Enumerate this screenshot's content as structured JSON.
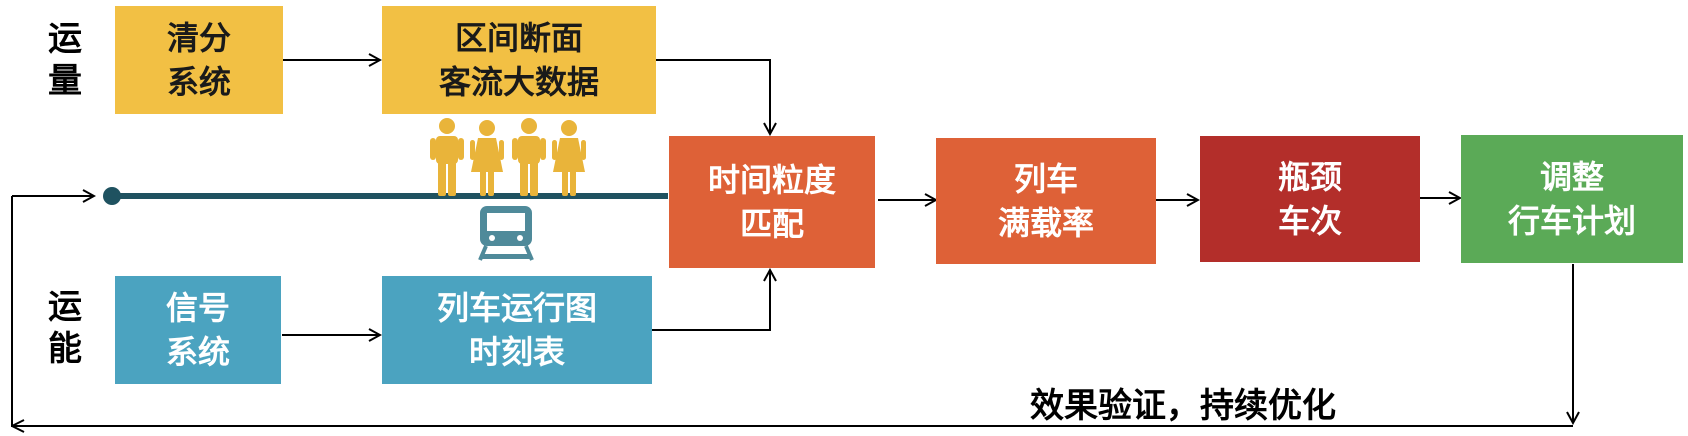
{
  "side_labels": {
    "volume": [
      "运",
      "量"
    ],
    "capacity": [
      "运",
      "能"
    ]
  },
  "boxes": {
    "clearing": [
      "清分",
      "系统"
    ],
    "section_flow": [
      "区间断面",
      "客流大数据"
    ],
    "signal": [
      "信号",
      "系统"
    ],
    "timetable": [
      "列车运行图",
      "时刻表"
    ],
    "match": [
      "时间粒度",
      "匹配"
    ],
    "load_rate": [
      "列车",
      "满载率"
    ],
    "bottleneck": [
      "瓶颈",
      "车次"
    ],
    "adjust": [
      "调整",
      "行车计划"
    ]
  },
  "feedback_label": "效果验证，持续优化",
  "colors": {
    "yellow": "#F2C044",
    "blue": "#4BA3C0",
    "orange": "#DE6137",
    "red": "#B32E2A",
    "green": "#5BAA57",
    "track": "#1F5260",
    "people": "#E9B43A",
    "train": "#4F8A9A"
  },
  "icons": [
    "person-male-icon",
    "person-female-icon",
    "person-male-icon",
    "person-female-icon",
    "train-icon"
  ]
}
